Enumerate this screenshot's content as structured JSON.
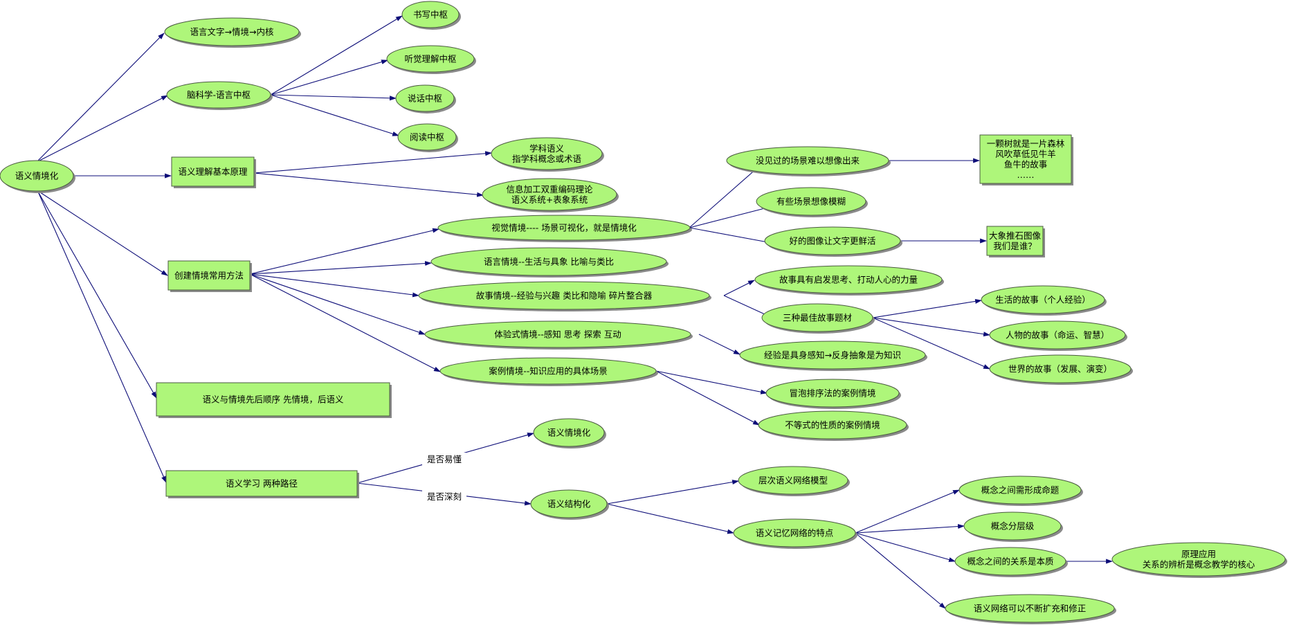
{
  "colors": {
    "node_fill": "#aef67a",
    "edge": "#0d0d78",
    "shadow": "#8a8a8a"
  },
  "nodes": {
    "root": {
      "lines": [
        "语义情境化"
      ]
    },
    "lang_text": {
      "lines": [
        "语言文字→情境→内核"
      ]
    },
    "brain": {
      "lines": [
        "脑科学-语言中枢"
      ]
    },
    "write": {
      "lines": [
        "书写中枢"
      ]
    },
    "listen": {
      "lines": [
        "听觉理解中枢"
      ]
    },
    "speak": {
      "lines": [
        "说话中枢"
      ]
    },
    "read": {
      "lines": [
        "阅读中枢"
      ]
    },
    "principle": {
      "lines": [
        "语义理解基本原理"
      ]
    },
    "subject": {
      "lines": [
        "学科语义",
        "指学科概念或术语"
      ]
    },
    "dual": {
      "lines": [
        "信息加工双重编码理论",
        "语义系统+表象系统"
      ]
    },
    "methods": {
      "lines": [
        "创建情境常用方法"
      ]
    },
    "visual": {
      "lines": [
        "视觉情境----  场景可视化，就是情境化"
      ]
    },
    "unseen": {
      "lines": [
        "没见过的场景难以想像出来"
      ]
    },
    "blur": {
      "lines": [
        "有些场景想像模糊"
      ]
    },
    "good_img": {
      "lines": [
        "好的图像让文字更鲜活"
      ]
    },
    "forest": {
      "lines": [
        "一颗树就是一片森林",
        "风吹草低见牛羊",
        "鱼牛的故事",
        "……"
      ]
    },
    "elephant": {
      "lines": [
        "大象推石图像",
        "我们是谁？"
      ]
    },
    "language": {
      "lines": [
        "语言情境--生活与具象     比喻与类比"
      ]
    },
    "story": {
      "lines": [
        "故事情境--经验与兴趣  类比和隐喻 碎片整合器"
      ]
    },
    "story_pow": {
      "lines": [
        "故事具有启发思考、打动人心的力量"
      ]
    },
    "three": {
      "lines": [
        "三种最佳故事题材"
      ]
    },
    "life": {
      "lines": [
        "生活的故事（个人经验）"
      ]
    },
    "people": {
      "lines": [
        "人物的故事（命运、智慧）"
      ]
    },
    "world": {
      "lines": [
        "世界的故事（发展、演变）"
      ]
    },
    "experience": {
      "lines": [
        "体验式情境--感知  思考  探索  互动"
      ]
    },
    "exp_know": {
      "lines": [
        "经验是具身感知→反身抽象是为知识"
      ]
    },
    "case": {
      "lines": [
        "案例情境--知识应用的具体场景"
      ]
    },
    "bubble": {
      "lines": [
        "冒泡排序法的案例情境"
      ]
    },
    "inequal": {
      "lines": [
        "不等式的性质的案例情境"
      ]
    },
    "order": {
      "lines": [
        "语义与情境先后顺序   先情境，后语义"
      ]
    },
    "two_paths": {
      "lines": [
        "语义学习 两种路径"
      ]
    },
    "sem_ctx": {
      "lines": [
        "语义情境化"
      ]
    },
    "sem_struct": {
      "lines": [
        "语义结构化"
      ]
    },
    "hier": {
      "lines": [
        "层次语义网络模型"
      ]
    },
    "mem": {
      "lines": [
        "语义记忆网络的特点"
      ]
    },
    "concept_prop": {
      "lines": [
        "概念之间需形成命题"
      ]
    },
    "concept_lvl": {
      "lines": [
        "概念分层级"
      ]
    },
    "concept_rel": {
      "lines": [
        "概念之间的关系是本质"
      ]
    },
    "principle_app": {
      "lines": [
        "原理应用",
        "关系的辨析是概念教学的核心"
      ]
    },
    "network_ext": {
      "lines": [
        "语义网络可以不断扩充和修正"
      ]
    }
  },
  "edge_labels": {
    "easy": "是否易懂",
    "deep": "是否深刻"
  }
}
